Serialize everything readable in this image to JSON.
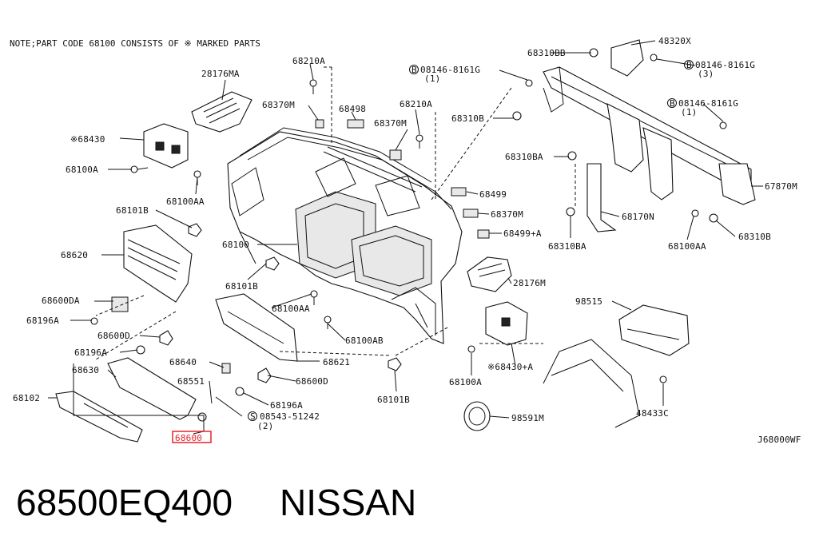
{
  "note": "NOTE;PART CODE 68100 CONSISTS OF ※ MARKED PARTS",
  "diagram_code": "J68000WF",
  "part_number": "68500EQ400",
  "brand": "NISSAN",
  "highlight_color": "#e8232a",
  "labels": {
    "l68210A_1": "68210A",
    "l28176MA": "28176MA",
    "l68370M_1": "68370M",
    "l68498": "68498",
    "l68210A_2": "68210A",
    "l68370M_2": "68370M",
    "l68430": "※68430",
    "l68100A_1": "68100A",
    "l68100AA_1": "68100AA",
    "l68101B_1": "68101B",
    "l68100": "68100",
    "l68620": "68620",
    "l68101B_2": "68101B",
    "l68600DA": "68600DA",
    "l68100AA_2": "68100AA",
    "l68196A_1": "68196A",
    "l68600D_1": "68600D",
    "l68100AB": "68100AB",
    "l68196A_2": "68196A",
    "l68640": "68640",
    "l68621": "68621",
    "l68630": "68630",
    "l68600D_2": "68600D",
    "l68551": "68551",
    "l68196A_3": "68196A",
    "l68102": "68102",
    "l08543": "08543-51242",
    "l08543_qty": "(2)",
    "l68600": "68600",
    "l68310BB": "68310BB",
    "l48320X": "48320X",
    "l08146_1": "08146-8161G",
    "l08146_1_qty": "(1)",
    "l08146_2": "08146-8161G",
    "l08146_2_qty": "(3)",
    "l08146_3": "08146-8161G",
    "l08146_3_qty": "(1)",
    "l68310B_1": "68310B",
    "l68310BA_1": "68310BA",
    "l67870M": "67870M",
    "l68499": "68499",
    "l68370M_3": "68370M",
    "l68170N": "68170N",
    "l68499A": "68499+A",
    "l68310BA_2": "68310BA",
    "l68100AA_3": "68100AA",
    "l68310B_2": "68310B",
    "l28176M": "28176M",
    "l98515": "98515",
    "l68430A": "※68430+A",
    "l68100A_2": "68100A",
    "l68101B_3": "68101B",
    "l98591M": "98591M",
    "l48433C": "48433C"
  }
}
